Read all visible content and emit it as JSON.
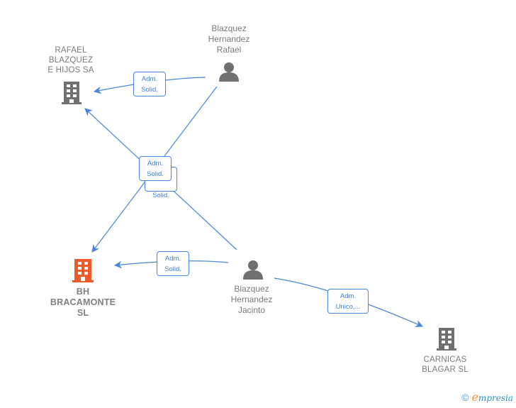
{
  "colors": {
    "edge": "#4a86d8",
    "label_text": "#3f7fd6",
    "node_text": "#7a7a7a",
    "company_icon": "#707070",
    "highlight_company_icon": "#f05a28",
    "person_icon": "#707070"
  },
  "nodes": {
    "rafael_blazquez_sa": {
      "label": "RAFAEL\nBLAZQUEZ\nE HIJOS SA",
      "type": "company",
      "icon": "building-icon"
    },
    "blazquez_rafael": {
      "label": "Blazquez\nHernandez\nRafael",
      "type": "person",
      "icon": "person-icon"
    },
    "bh_bracamonte": {
      "label": "BH\nBRACAMONTE\nSL",
      "type": "company-highlighted",
      "icon": "building-icon"
    },
    "blazquez_jacinto": {
      "label": "Blazquez\nHernandez\nJacinto",
      "type": "person",
      "icon": "person-icon"
    },
    "carnicas_blagar": {
      "label": "CARNICAS\nBLAGAR SL",
      "type": "company",
      "icon": "building-icon"
    }
  },
  "edges": [
    {
      "from": "blazquez_rafael",
      "to": "rafael_blazquez_sa",
      "label": "Adm.\nSolid."
    },
    {
      "from": "blazquez_rafael",
      "to": "bh_bracamonte",
      "label": "Adm.\nSolid."
    },
    {
      "from": "blazquez_jacinto",
      "to": "rafael_blazquez_sa",
      "label": "Adm.\nSolid."
    },
    {
      "from": "blazquez_jacinto",
      "to": "bh_bracamonte",
      "label": "Adm.\nSolid."
    },
    {
      "from": "blazquez_jacinto",
      "to": "carnicas_blagar",
      "label": "Adm.\nUnico,..."
    }
  ],
  "footer": {
    "copyright": "©",
    "brand_initial": "e",
    "brand_rest": "mpresia"
  }
}
